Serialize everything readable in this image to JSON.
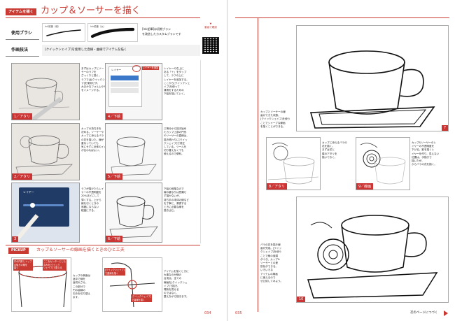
{
  "left_page": {
    "section_tag": "アイテムを描く",
    "title": "カップ＆ソーサーを描く",
    "brush_label": "使用ブラシ",
    "brush_name_1": "Ink鉛筆（細）",
    "brush_name_2": "Ink鉛筆（太）",
    "brush_note": "[Ink鉛筆]は初期ブラシ",
    "brush_note_2": "を改造したカスタムブラシです",
    "technique_label": "作画技法",
    "technique_text": "[クイックシェイプ]を使用した直線・曲線でアイテムを描く",
    "steps": [
      {
        "label": "1／アタリ",
        "text": "まずはカップとソー\nサーのラフを\nざっくりと描く。\nラフでは[クイックシェイ\nプ]を使用せず、\n大まかなフォルムやサイズ感\nをイメージする。"
      },
      {
        "label": "2／アタリ",
        "text": "カップの持ち手を\n決める。ソーサーや\nカップに添えるバラ\nの花を描いた。線が\n重なっていても\n気にせずに全体のイメージ\nが伝わればよい。"
      },
      {
        "label": "3",
        "text": "ラフが描けたらレイ\nヤーの不透明度を\n20%ほどにして\n薄くする。上から\n線を引くときの\n邪魔にならない\n程度にする。"
      },
      {
        "label": "4／下絵",
        "text": "レイヤーの右上に\nある「＋」をタップ\nして、ラフの上に\nレイヤーを追加する。\nここから[クイックシェ\nイプ]を使って\n清書をするための\n下絵を描いていく。"
      },
      {
        "label": "5／下絵",
        "text": "三等分から描き始め\nたカップ上部の円形\nやソーサーの直線は、\n描き終わりに[クイッ\nクシェイプ]で修正\nしている。ツールを\n切り替えなくても\n使えるので便利。"
      },
      {
        "label": "6／下絵",
        "text": "下絵の段階なので\n線の重なりは意識せ\nず描かないが、\n持ち手の本体の線など\nを丁寧に、清書する\nときに必要な線を\n描き込む。"
      }
    ],
    "step4_menu_label": "レイヤー",
    "step4_plus_hint": "レイヤーを追加",
    "step3_layer_label": "レイヤー",
    "pickup_tag": "PICKUP",
    "pickup_title": "カップ＆ソーサーの線画を描くときのひと工夫",
    "pickup_note_1": "口の円形とトップ\nの後ろの線を\n描く",
    "pickup_note_2": "ここをセンターとした\n丸みを[クイック\nシェイプ]で整える",
    "pickup_note_3": "[クイックシェイプ]\nで直線を描く",
    "pickup_note_4": "[クイックシェイプ]\nで曲線を描く",
    "pickup_text_1": "カップの側面は\n途中で線を\n途切れさせ、\nこの部分で\n円の曲線の\n向きを切り替え\nます。",
    "pickup_text_2": "アイテムを描くときに\n大事なのが線の\n合流点。全ての\n線画を[クイックシェ\nイプ]で描き、\n場所を見せる\nのではなく、\n整えながら描きます。",
    "page_number": "034",
    "qr_caption_1": "▼",
    "qr_caption_2": "動画で確認"
  },
  "right_page": {
    "steps": [
      {
        "label": "7",
        "text": "カップとソーサーの線\n画ができた状態。\n[クイックシェイプ]を使う\nことでシャープな線画\nを描くことができる。"
      },
      {
        "label": "8／アタリ",
        "text": "カップに添えるバラの\n花を描く。\nまずは花と\n葉のアタリを\n描いておく。"
      },
      {
        "label": "9／線画",
        "text": "カップ&ソーサーのレ\nイヤーの不透明度を\n下げる。影を描くレ\nイヤーを作り、見えない\n位置は、手描きで\n描いたが、\nからバラの花を描く。"
      },
      {
        "label": "10",
        "text": "バラの花を描き線\n画が完成。[クイッ\nクシェイプ]を使う\nことで線の強弱\nがつき、カップ&\nソーサーとの差\n別化ができる。\nいろいろな\nアイテムの線画\nに使えるので\nぜひ試してみよう。"
      }
    ],
    "page_number": "035",
    "next_text": "次のページにつづく"
  },
  "colors": {
    "accent_red": "#c83a32",
    "panel_bg": "#efefef",
    "ui_blue": "#3b78c9"
  }
}
